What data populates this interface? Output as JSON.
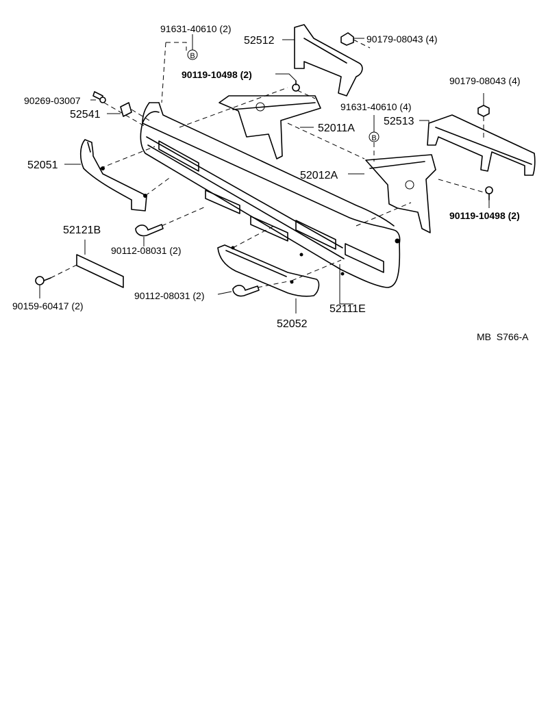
{
  "diagram_code": "MB  S766-A",
  "markers": {
    "b_symbol": "B"
  },
  "labels": {
    "p91631_top": "91631-40610 (2)",
    "p52512": "52512",
    "p90179_top": "90179-08043 (4)",
    "p90119_top": "90119-10498 (2)",
    "p90269": "90269-03007",
    "p52541": "52541",
    "p52011A": "52011A",
    "p91631_right": "91631-40610 (4)",
    "p90179_right": "90179-08043 (4)",
    "p52513": "52513",
    "p52051": "52051",
    "p52012A": "52012A",
    "p90119_right": "90119-10498 (2)",
    "p52121B": "52121B",
    "p90112_left": "90112-08031 (2)",
    "p90159": "90159-60417 (2)",
    "p90112_bottom": "90112-08031 (2)",
    "p52111E": "52111E",
    "p52052": "52052"
  },
  "colors": {
    "ink": "#000000",
    "paper": "#ffffff"
  }
}
